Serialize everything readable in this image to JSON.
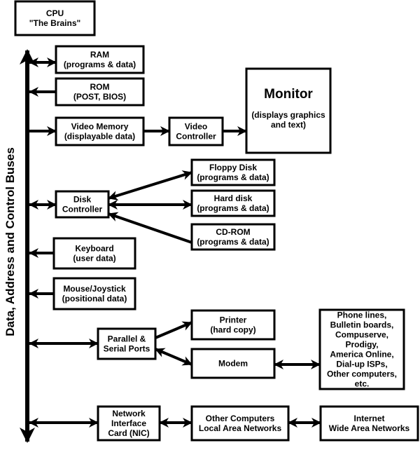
{
  "bus_label": "Data, Address and Control Buses",
  "nodes": {
    "cpu": [
      "CPU",
      "\"The Brains\""
    ],
    "ram": [
      "RAM",
      "(programs & data)"
    ],
    "rom": [
      "ROM",
      "(POST, BIOS)"
    ],
    "video_memory": [
      "Video Memory",
      "(displayable data)"
    ],
    "video_controller": [
      "Video",
      "Controller"
    ],
    "monitor_title": [
      "Monitor"
    ],
    "monitor": [
      "(displays graphics",
      "and text)"
    ],
    "floppy_disk": [
      "Floppy Disk",
      "(programs & data)"
    ],
    "disk_controller": [
      "Disk",
      "Controller"
    ],
    "hard_disk": [
      "Hard disk",
      "(programs & data)"
    ],
    "cd_rom": [
      "CD-ROM",
      "(programs & data)"
    ],
    "keyboard": [
      "Keyboard",
      "(user data)"
    ],
    "mouse_joystick": [
      "Mouse/Joystick",
      "(positional data)"
    ],
    "printer": [
      "Printer",
      "(hard copy)"
    ],
    "parallel_serial_ports": [
      "Parallel &",
      "Serial Ports"
    ],
    "modem": [
      "Modem"
    ],
    "phone_lines": [
      "Phone lines,",
      "Bulletin boards,",
      "Compuserve,",
      "Prodigy,",
      "America Online,",
      "Dial-up ISPs,",
      "Other computers,",
      "etc."
    ],
    "nic": [
      "Network",
      "Interface",
      "Card (NIC)"
    ],
    "other_computers": [
      "Other Computers",
      "Local Area Networks"
    ],
    "internet": [
      "Internet",
      "Wide Area Networks"
    ]
  }
}
